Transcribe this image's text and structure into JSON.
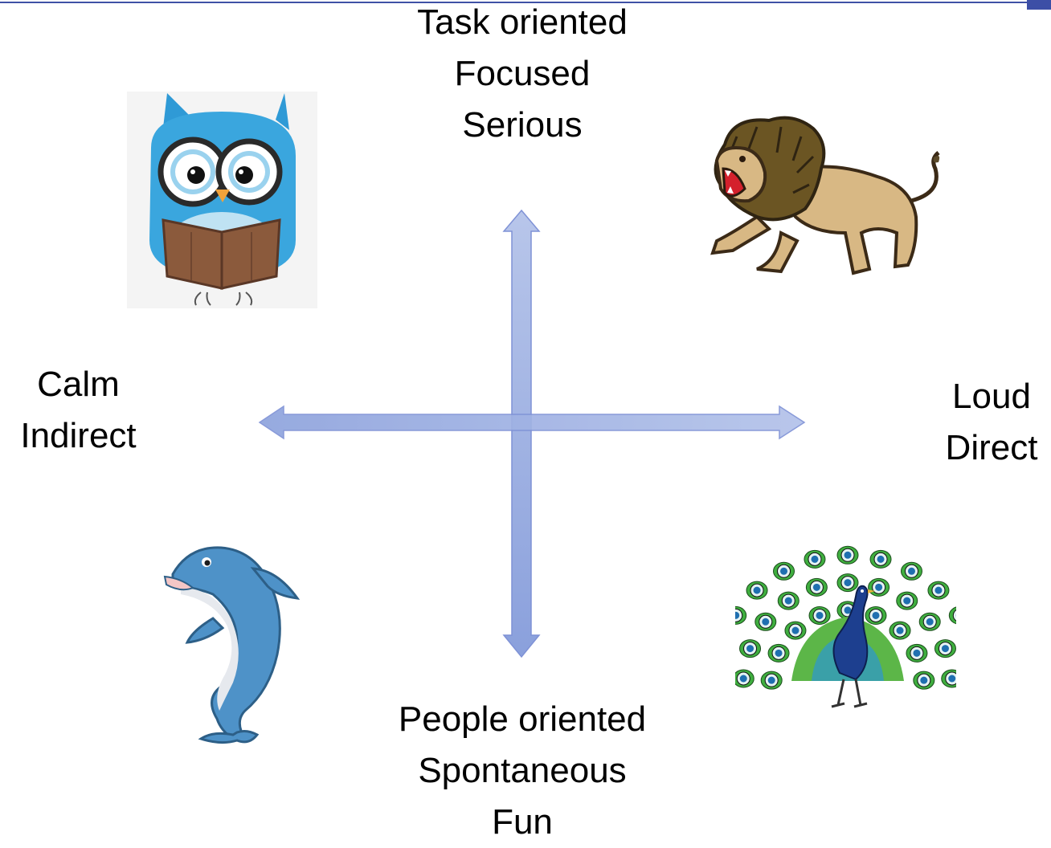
{
  "top": {
    "lines": [
      "Task oriented",
      "Focused",
      "Serious"
    ]
  },
  "bottom": {
    "lines": [
      "People oriented",
      "Spontaneous",
      "Fun"
    ]
  },
  "left": {
    "lines": [
      "Calm",
      "Indirect"
    ]
  },
  "right": {
    "lines": [
      "Loud",
      "Direct"
    ]
  },
  "quadrants": {
    "top_left": "owl",
    "top_right": "lion",
    "bottom_left": "dolphin",
    "bottom_right": "peacock"
  },
  "colors": {
    "accent": "#3f51a6",
    "arrow_fill": "#9daee0",
    "arrow_stroke": "#7f92d6"
  }
}
